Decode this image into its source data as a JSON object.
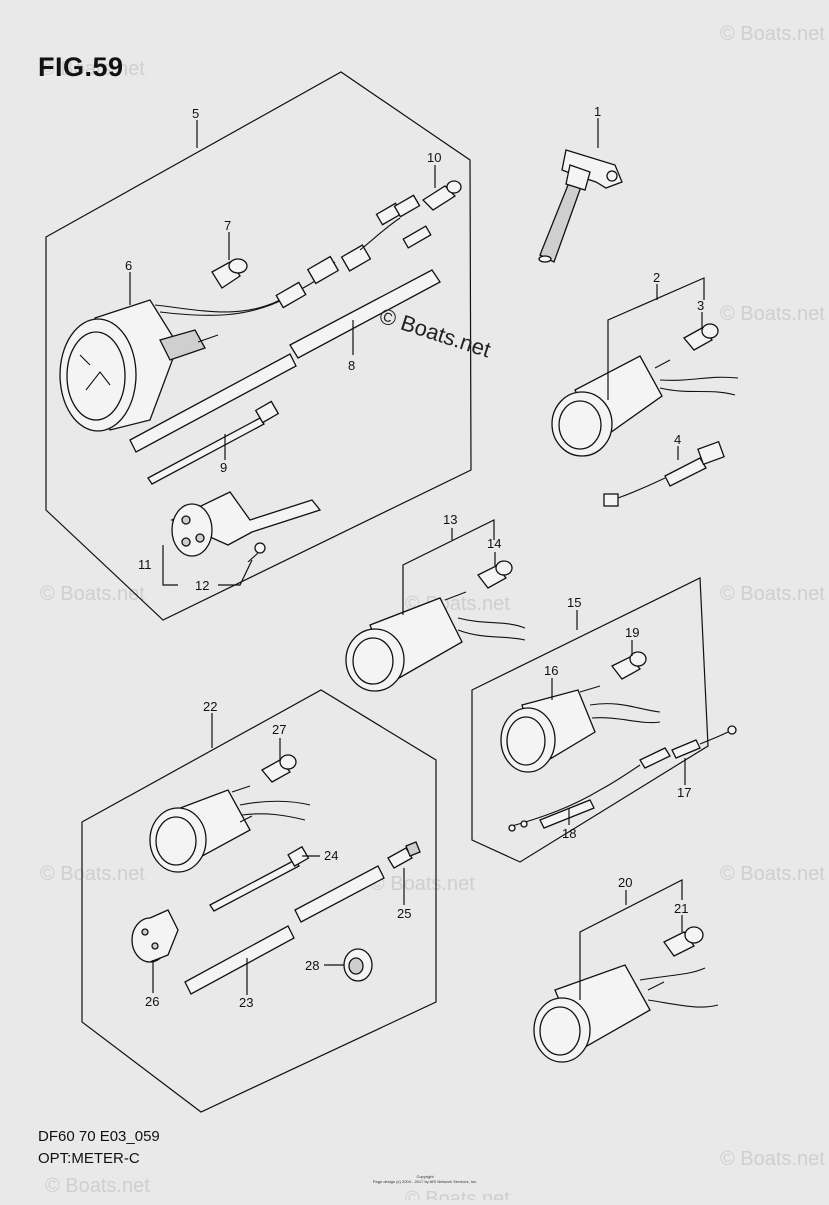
{
  "figure": {
    "title": "FIG.59",
    "code": "DF60 70 E03_059",
    "name": "OPT:METER-C"
  },
  "watermark": {
    "center_text": "© Boats.net",
    "repeat_text": "© Boats.net"
  },
  "copyright_lines": [
    "Copyright",
    "Page design (c) 2004 - 2017 by ARI Network Services, Inc."
  ],
  "callouts": [
    "1",
    "2",
    "3",
    "4",
    "5",
    "6",
    "7",
    "8",
    "9",
    "10",
    "11",
    "12",
    "13",
    "14",
    "15",
    "16",
    "17",
    "18",
    "19",
    "20",
    "21",
    "22",
    "23",
    "24",
    "25",
    "26",
    "27",
    "28"
  ],
  "colors": {
    "background": "#e9e9e9",
    "ink": "#111111",
    "watermark": "#cfcfcf"
  }
}
